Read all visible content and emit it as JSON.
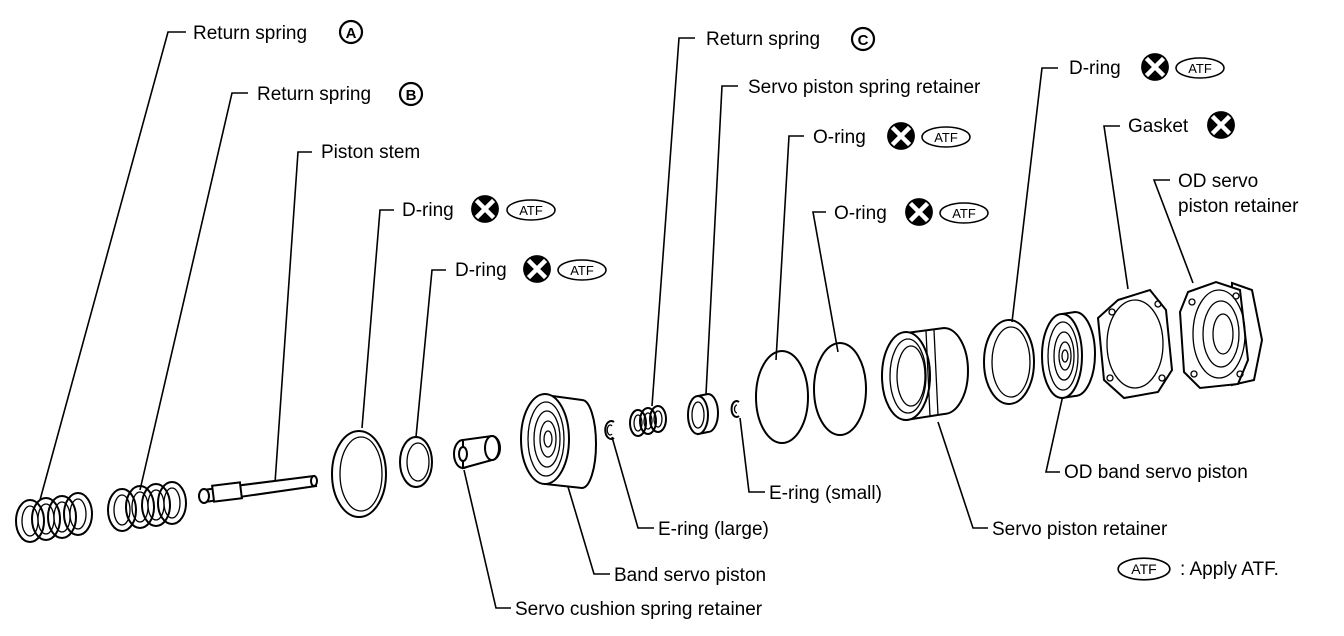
{
  "labels": {
    "return_spring_a": "Return spring",
    "return_spring_a_mark": "A",
    "return_spring_b": "Return spring",
    "return_spring_b_mark": "B",
    "return_spring_c": "Return spring",
    "return_spring_c_mark": "C",
    "piston_stem": "Piston stem",
    "d_ring_1": "D-ring",
    "d_ring_2": "D-ring",
    "d_ring_3": "D-ring",
    "servo_piston_spring_retainer": "Servo piston spring retainer",
    "o_ring_1": "O-ring",
    "o_ring_2": "O-ring",
    "gasket": "Gasket",
    "od_servo_piston_retainer_line1": "OD servo",
    "od_servo_piston_retainer_line2": "piston retainer",
    "od_band_servo_piston": "OD band servo piston",
    "servo_piston_retainer": "Servo piston retainer",
    "e_ring_small": "E-ring (small)",
    "e_ring_large": "E-ring (large)",
    "band_servo_piston": "Band servo piston",
    "servo_cushion_spring_retainer": "Servo cushion spring retainer"
  },
  "atf_badge": "ATF",
  "legend": {
    "badge": "ATF",
    "text": ": Apply ATF."
  }
}
